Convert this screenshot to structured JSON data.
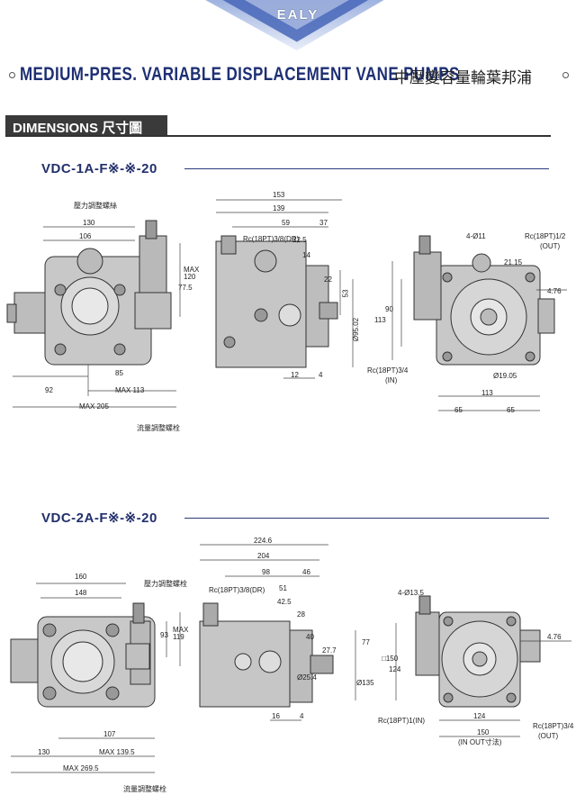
{
  "header": {
    "logo_text": "EALY",
    "title_en": "MEDIUM-PRES. VARIABLE DISPLACEMENT VANE PUMPS",
    "title_zh": "中壓變容量輪葉邦浦",
    "section_label": "DIMENSIONS 尺寸圖",
    "colors": {
      "navy": "#1e2f73",
      "banner_blue": "#3d5aa8",
      "gray_bar": "#3a3a3a"
    }
  },
  "vdc1": {
    "model": "VDC-1A-F※-※-20",
    "front": {
      "pressure_screw": "壓力調整螺絲",
      "flow_screw": "流量調整螺栓",
      "d130": "130",
      "d106": "106",
      "max120": "MAX\n120",
      "d77_5": "77.5",
      "d85": "85",
      "d92": "92",
      "max113": "MAX 113",
      "max205": "MAX 205"
    },
    "side": {
      "d153": "153",
      "d139": "139",
      "d59": "59",
      "d37": "37",
      "rc_dr": "Rc(18PT)3/8(DR)",
      "d22_5": "22.5",
      "d14": "14",
      "d22": "22",
      "d53": "53",
      "dia95": "Ø95.02",
      "d12": "12",
      "d4": "4",
      "rc_in": "Rc(18PT)3/4",
      "in": "(IN)"
    },
    "rear": {
      "holes": "4-Ø11",
      "rc_out": "Rc(18PT)1/2",
      "out": "(OUT)",
      "d21_15": "21.15",
      "d4_76": "4.76",
      "d90": "90",
      "d113v": "113",
      "dia19": "Ø19.05",
      "d113": "113",
      "d65a": "65",
      "d65b": "65"
    }
  },
  "vdc2": {
    "model": "VDC-2A-F※-※-20",
    "front": {
      "pressure_screw": "壓力調整螺栓",
      "flow_screw": "流量調整螺栓",
      "d160": "160",
      "d148": "148",
      "d93": "93",
      "max119": "MAX\n119",
      "d107": "107",
      "d130": "130",
      "max139_5": "MAX 139.5",
      "max269_5": "MAX 269.5"
    },
    "side": {
      "d224_6": "224.6",
      "d204": "204",
      "d98": "98",
      "d46": "46",
      "rc_dr": "Rc(18PT)3/8(DR)",
      "d51": "51",
      "d42_5": "42.5",
      "d28": "28",
      "d40": "40",
      "d27_7": "27.7",
      "d77": "77",
      "dia25_4": "Ø25.4",
      "dia135": "Ø135",
      "d16": "16",
      "d4": "4"
    },
    "rear": {
      "holes": "4-Ø13.5",
      "d4_76": "4.76",
      "sq150": "□150",
      "d124v": "124",
      "d124": "124",
      "d150": "150",
      "in_out": "(IN OUT寸法)",
      "rc_in": "Rc(18PT)1(IN)",
      "rc_out": "Rc(18PT)3/4",
      "out": "(OUT)"
    }
  }
}
